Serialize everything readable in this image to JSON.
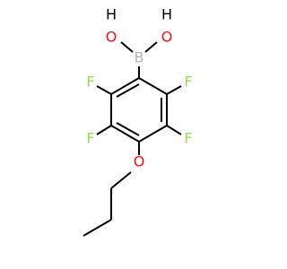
{
  "molecule": {
    "atoms": [
      {
        "id": "OH_left_O",
        "label": "O",
        "color": "#ff0d0d"
      },
      {
        "id": "OH_left_H",
        "label": "H",
        "color": "#000000"
      },
      {
        "id": "OH_right_O",
        "label": "O",
        "color": "#ff0d0d"
      },
      {
        "id": "OH_right_H",
        "label": "H",
        "color": "#000000"
      },
      {
        "id": "B",
        "label": "B",
        "color": "#b5b5b5"
      },
      {
        "id": "F_upper_left",
        "label": "F",
        "color": "#90e050"
      },
      {
        "id": "F_upper_right",
        "label": "F",
        "color": "#90e050"
      },
      {
        "id": "F_lower_left",
        "label": "F",
        "color": "#90e050"
      },
      {
        "id": "F_lower_right",
        "label": "F",
        "color": "#90e050"
      },
      {
        "id": "O_ether",
        "label": "O",
        "color": "#ff0d0d"
      }
    ]
  }
}
